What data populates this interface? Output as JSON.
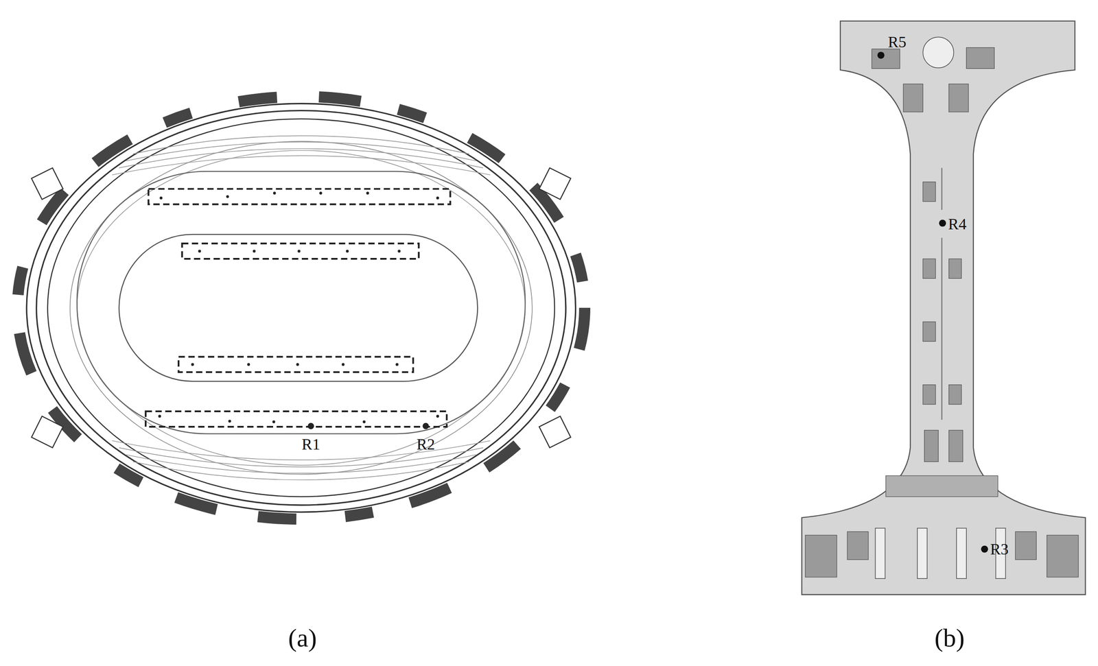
{
  "diagram": {
    "labels": [
      "R1",
      "R2",
      "R5",
      "R4",
      "R3",
      "(a)",
      "(b)"
    ]
  }
}
